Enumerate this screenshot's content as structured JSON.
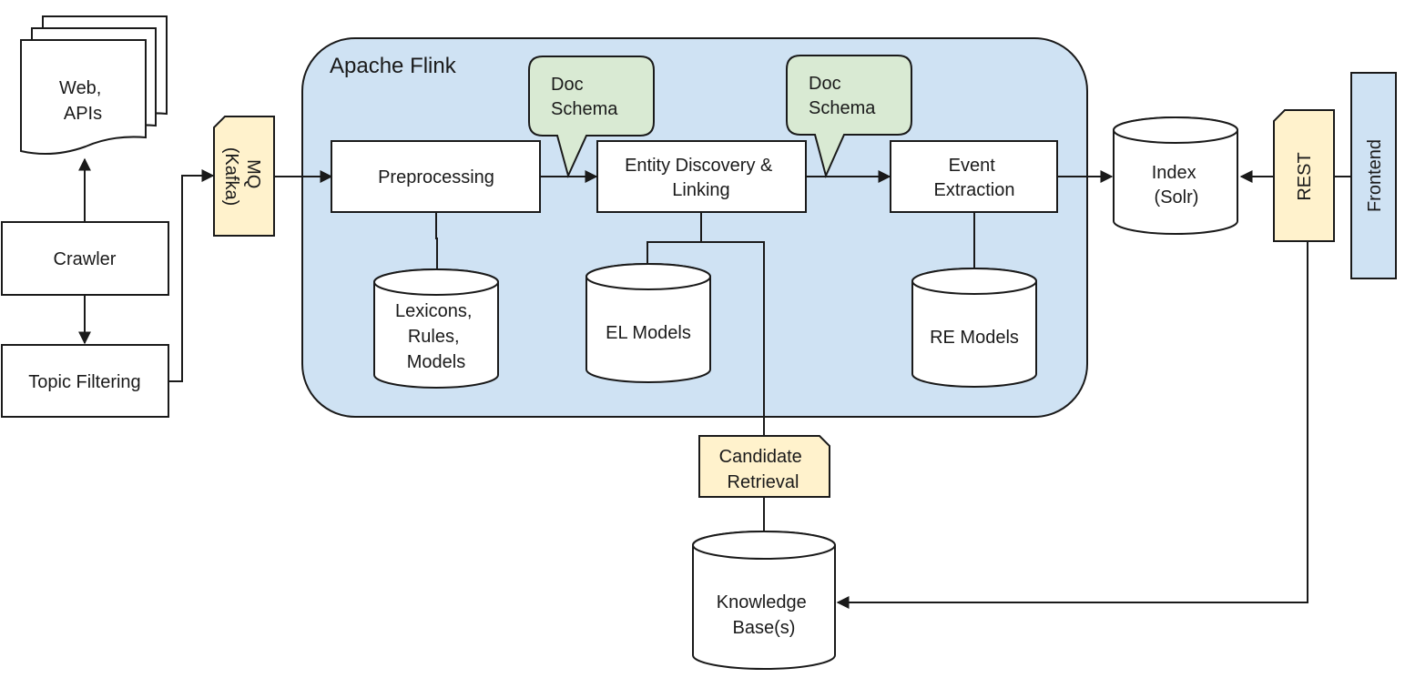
{
  "colors": {
    "flink_bg": "#cfe2f3",
    "schema_bg": "#d9ead3",
    "queue_bg": "#fff2cc",
    "frontend_bg": "#cfe2f3",
    "stroke": "#1a1a1a",
    "white": "#ffffff"
  },
  "container": {
    "title": "Apache Flink"
  },
  "nodes": {
    "web_apis": [
      "Web,",
      "APIs"
    ],
    "crawler": [
      "Crawler"
    ],
    "topic_filtering": [
      "Topic Filtering"
    ],
    "mq": [
      "MQ",
      "(Kafka)"
    ],
    "preprocessing": [
      "Preprocessing"
    ],
    "entity_discovery": [
      "Entity Discovery &",
      "Linking"
    ],
    "event_extraction": [
      "Event",
      "Extraction"
    ],
    "doc_schema_1": [
      "Doc",
      "Schema"
    ],
    "doc_schema_2": [
      "Doc",
      "Schema"
    ],
    "lexicons": [
      "Lexicons,",
      "Rules,",
      "Models"
    ],
    "el_models": [
      "EL Models"
    ],
    "re_models": [
      "RE Models"
    ],
    "index": [
      "Index",
      "(Solr)"
    ],
    "rest": [
      "REST"
    ],
    "frontend": [
      "Frontend"
    ],
    "candidate_retrieval": [
      "Candidate",
      "Retrieval"
    ],
    "knowledge_base": [
      "Knowledge",
      "Base(s)"
    ]
  }
}
